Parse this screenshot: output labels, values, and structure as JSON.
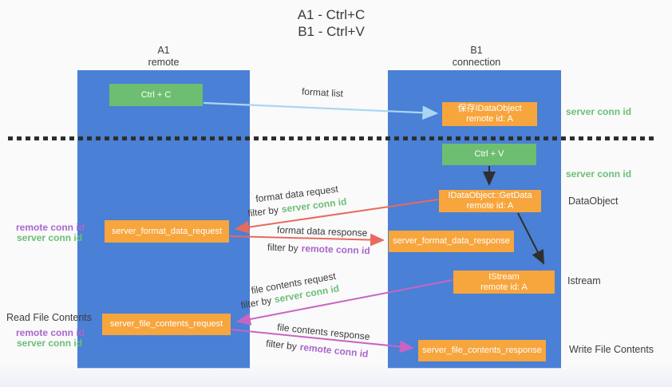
{
  "title": {
    "line1": "A1 - Ctrl+C",
    "line2": "B1 - Ctrl+V"
  },
  "lanes": {
    "a": {
      "id": "A1",
      "name": "remote"
    },
    "b": {
      "id": "B1",
      "name": "connection"
    }
  },
  "nodes": {
    "ctrl_c": "Ctrl + C",
    "ctrl_v": "Ctrl + V",
    "save_dataobject": {
      "line1": "保存IDataObject",
      "line2": "remote id: A"
    },
    "getdata": {
      "line1": "IDataObject::GetData",
      "line2": "remote id: A"
    },
    "istream": {
      "line1": "IStream",
      "line2": "remote id: A"
    },
    "format_request": "server_format_data_request",
    "format_response": "server_format_data_response",
    "file_request": "server_file_contents_request",
    "file_response": "server_file_contents_response"
  },
  "edge_labels": {
    "format_list": "format list",
    "format_data_request": "format data request",
    "format_data_response": "format data response",
    "file_contents_request": "file contents request",
    "file_contents_response": "file contents response",
    "filter_by": "filter by",
    "server_conn_id": "server conn id",
    "remote_conn_id": "remote conn id"
  },
  "side_labels": {
    "right_server_conn_top": "server conn id",
    "right_server_conn_mid": "server conn id",
    "dataobject": "DataObject",
    "istream": "Istream",
    "write_file_contents": "Write File Contents",
    "read_file_contents": "Read File Contents",
    "left_remote_conn_1": "remote conn id",
    "left_server_conn_1": "server conn id",
    "left_remote_conn_2": "remote conn id",
    "left_server_conn_2": "server conn id"
  },
  "colors": {
    "lane_blue": "#4a80d5",
    "node_green": "#6ebe71",
    "node_orange": "#f7a53d",
    "arrow_light_blue": "#a9d7f3",
    "arrow_red": "#e86a5f",
    "arrow_magenta": "#c864c4",
    "arrow_black": "#2f2f2f",
    "text_green": "#6cbe77",
    "text_purple": "#a966cc",
    "text_dark": "#3c3c3c"
  }
}
